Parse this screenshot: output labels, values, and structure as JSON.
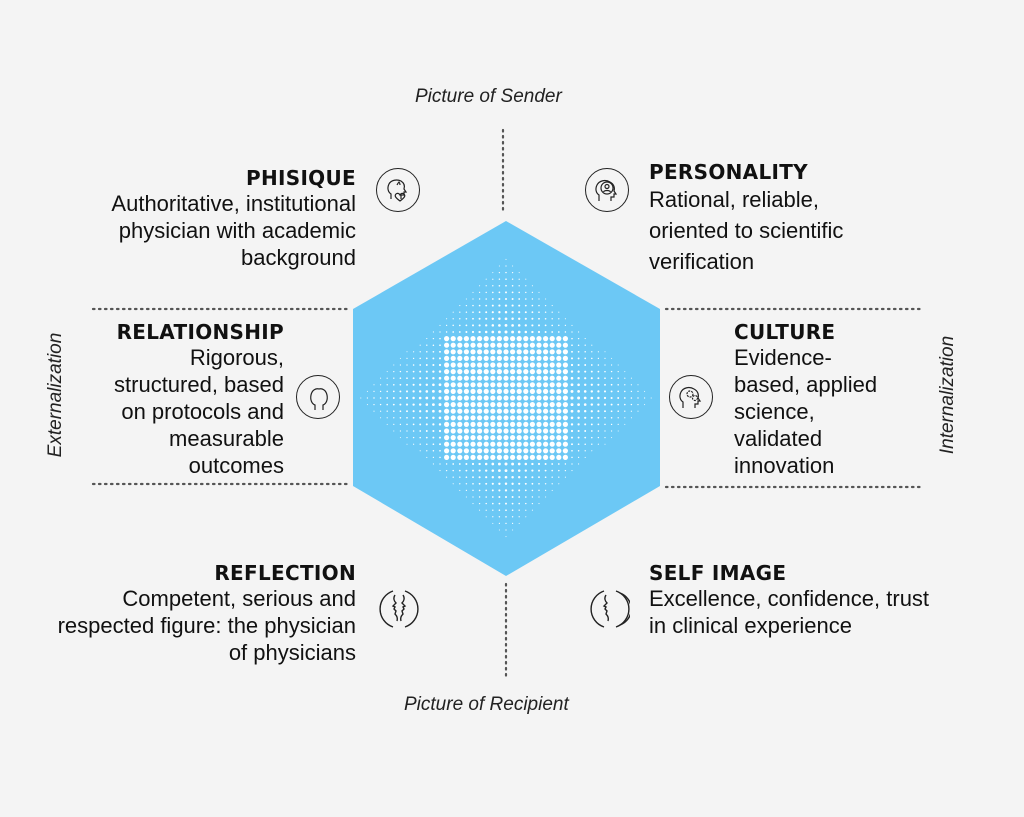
{
  "axes": {
    "top": "Picture of Sender",
    "bottom": "Picture of Recipient",
    "left": "Externalization",
    "right": "Internalization"
  },
  "colors": {
    "hexagon": "#6cc8f5",
    "background": "#f4f4f4"
  },
  "facets": {
    "physique": {
      "title": "PHISIQUE",
      "text": "Authoritative, institutional physician with academic background",
      "icon": "head-heart-icon"
    },
    "personality": {
      "title": "PERSONALITY",
      "text": "Rational, reliable, oriented to scientific verification",
      "icon": "head-person-icon"
    },
    "relationship": {
      "title": "RELATIONSHIP",
      "text": "Rigorous, structured, based on protocols and measurable outcomes",
      "icon": "two-heads-icon"
    },
    "culture": {
      "title": "CULTURE",
      "text": "Evidence-based, applied science, validated innovation",
      "icon": "head-gear-icon"
    },
    "reflection": {
      "title": "REFLECTION",
      "text": "Competent, serious and respected figure: the physician of physicians",
      "icon": "faces-icon"
    },
    "self_image": {
      "title": "SELF IMAGE",
      "text": "Excellence, confidence, trust in clinical experience",
      "icon": "mirror-face-icon"
    }
  }
}
